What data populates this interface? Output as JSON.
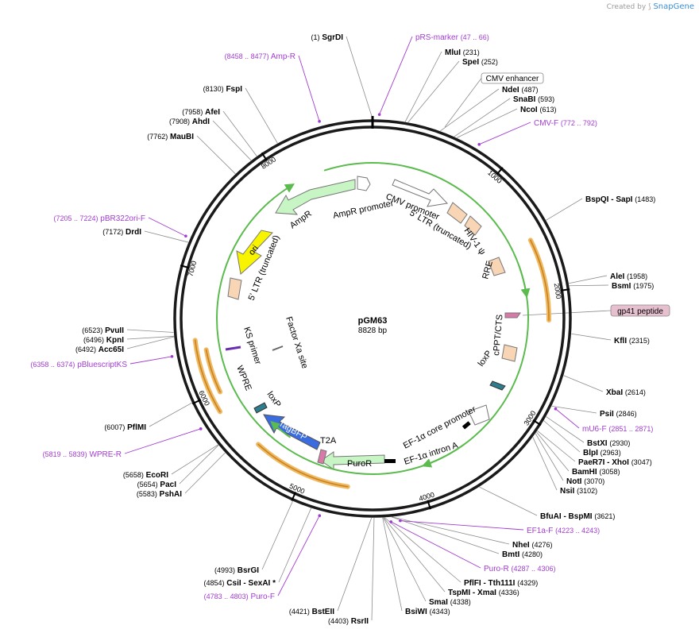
{
  "branding": {
    "created_by": "Created by",
    "product": "SnapGene"
  },
  "plasmid": {
    "name": "pGM63",
    "size": "8828 bp",
    "length": 8828
  },
  "ticks": [
    {
      "pos": 1000,
      "label": "1000"
    },
    {
      "pos": 2000,
      "label": "2000"
    },
    {
      "pos": 3000,
      "label": "3000"
    },
    {
      "pos": 4000,
      "label": "4000"
    },
    {
      "pos": 5000,
      "label": "5000"
    },
    {
      "pos": 6000,
      "label": "6000"
    },
    {
      "pos": 7000,
      "label": "7000"
    },
    {
      "pos": 8000,
      "label": "8000"
    }
  ],
  "enzymes": [
    {
      "name": "SgrDI",
      "pos": "(1)",
      "side": "L"
    },
    {
      "name": "MluI",
      "pos": "(231)",
      "side": "R"
    },
    {
      "name": "SpeI",
      "pos": "(252)",
      "side": "R"
    },
    {
      "name": "NdeI",
      "pos": "(487)",
      "side": "R"
    },
    {
      "name": "SnaBI",
      "pos": "(593)",
      "side": "R"
    },
    {
      "name": "NcoI",
      "pos": "(613)",
      "side": "R"
    },
    {
      "name": "BspQI - SapI",
      "pos": "(1483)",
      "side": "R"
    },
    {
      "name": "AleI",
      "pos": "(1958)",
      "side": "R"
    },
    {
      "name": "BsmI",
      "pos": "(1975)",
      "side": "R"
    },
    {
      "name": "KflI",
      "pos": "(2315)",
      "side": "R"
    },
    {
      "name": "XbaI",
      "pos": "(2614)",
      "side": "R"
    },
    {
      "name": "PsiI",
      "pos": "(2846)",
      "side": "R"
    },
    {
      "name": "BstXI",
      "pos": "(2930)",
      "side": "R"
    },
    {
      "name": "BlpI",
      "pos": "(2963)",
      "side": "R"
    },
    {
      "name": "PaeR7I - XhoI",
      "pos": "(3047)",
      "side": "R"
    },
    {
      "name": "BamHI",
      "pos": "(3058)",
      "side": "R"
    },
    {
      "name": "NotI",
      "pos": "(3070)",
      "side": "R"
    },
    {
      "name": "NsiI",
      "pos": "(3102)",
      "side": "R"
    },
    {
      "name": "BfuAI - BspMI",
      "pos": "(3621)",
      "side": "R"
    },
    {
      "name": "NheI",
      "pos": "(4276)",
      "side": "R"
    },
    {
      "name": "BmtI",
      "pos": "(4280)",
      "side": "R"
    },
    {
      "name": "PflFI - Tth111I",
      "pos": "(4329)",
      "side": "R"
    },
    {
      "name": "TspMI - XmaI",
      "pos": "(4336)",
      "side": "R"
    },
    {
      "name": "SmaI",
      "pos": "(4338)",
      "side": "R"
    },
    {
      "name": "BsiWI",
      "pos": "(4343)",
      "side": "R"
    },
    {
      "name": "RsrII",
      "pos": "(4403)",
      "side": "L"
    },
    {
      "name": "BstEII",
      "pos": "(4421)",
      "side": "L"
    },
    {
      "name": "CsiI - SexAI *",
      "pos": "(4854)",
      "side": "L"
    },
    {
      "name": "BsrGI",
      "pos": "(4993)",
      "side": "L"
    },
    {
      "name": "PshAI",
      "pos": "(5583)",
      "side": "L"
    },
    {
      "name": "PacI",
      "pos": "(5654)",
      "side": "L"
    },
    {
      "name": "EcoRI",
      "pos": "(5658)",
      "side": "L"
    },
    {
      "name": "PflMI",
      "pos": "(6007)",
      "side": "L"
    },
    {
      "name": "Acc65I",
      "pos": "(6492)",
      "side": "L"
    },
    {
      "name": "KpnI",
      "pos": "(6496)",
      "side": "L"
    },
    {
      "name": "PvuII",
      "pos": "(6523)",
      "side": "L"
    },
    {
      "name": "DrdI",
      "pos": "(7172)",
      "side": "L"
    },
    {
      "name": "MauBI",
      "pos": "(7762)",
      "side": "L"
    },
    {
      "name": "AhdI",
      "pos": "(7908)",
      "side": "L"
    },
    {
      "name": "AfeI",
      "pos": "(7958)",
      "side": "L"
    },
    {
      "name": "FspI",
      "pos": "(8130)",
      "side": "L"
    }
  ],
  "primers": [
    {
      "name": "pRS-marker",
      "range": "(47 .. 66)",
      "side": "R"
    },
    {
      "name": "CMV-F",
      "range": "(772 .. 792)",
      "side": "R"
    },
    {
      "name": "mU6-F",
      "range": "(2851 .. 2871)",
      "side": "R"
    },
    {
      "name": "EF1a-F",
      "range": "(4223 .. 4243)",
      "side": "R"
    },
    {
      "name": "Puro-R",
      "range": "(4287 .. 4306)",
      "side": "R"
    },
    {
      "name": "Puro-F",
      "range": "(4783 .. 4803)",
      "side": "L"
    },
    {
      "name": "WPRE-R",
      "range": "(5819 .. 5839)",
      "side": "L"
    },
    {
      "name": "pBluescriptKS",
      "range": "(6358 .. 6374)",
      "side": "L"
    },
    {
      "name": "pBR322ori-F",
      "range": "(7205 .. 7224)",
      "side": "L"
    },
    {
      "name": "Amp-R",
      "range": "(8458 .. 8477)",
      "side": "L"
    }
  ],
  "boxed_labels": [
    {
      "name": "CMV enhancer"
    },
    {
      "name": "gp41 peptide"
    }
  ],
  "features": [
    {
      "name": "CMV promoter"
    },
    {
      "name": "5' LTR (truncated)"
    },
    {
      "name": "HIV-1 ψ"
    },
    {
      "name": "RRE"
    },
    {
      "name": "cPPT/CTS"
    },
    {
      "name": "loxP"
    },
    {
      "name": "EF-1α core promoter"
    },
    {
      "name": "EF-1α intron A"
    },
    {
      "name": "PuroR"
    },
    {
      "name": "T2A"
    },
    {
      "name": "TagBFP"
    },
    {
      "name": "loxP"
    },
    {
      "name": "WPRE"
    },
    {
      "name": "KS primer"
    },
    {
      "name": "Factor Xa site"
    },
    {
      "name": "5' LTR (truncated)"
    },
    {
      "name": "ori"
    },
    {
      "name": "AmpR"
    },
    {
      "name": "AmpR promoter"
    }
  ],
  "colors": {
    "backbone": "#1a1a1a",
    "enzyme_text": "#000000",
    "primer_text": "#a23cd1",
    "green_arrow": "#c8f5c4",
    "orange_arrow": "#f8d5b4",
    "ori": "#f8f400",
    "tagbfp": "#3a6ce0",
    "cds_outline": "#777777"
  }
}
